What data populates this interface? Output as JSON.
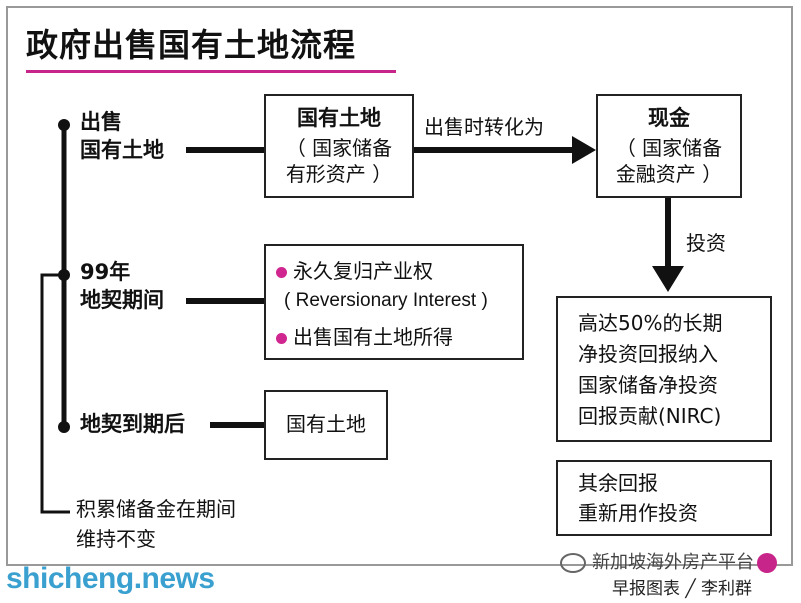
{
  "title": "政府出售国有土地流程",
  "stages": {
    "sale": [
      "出售",
      "国有土地"
    ],
    "lease": [
      "99年",
      "地契期间"
    ],
    "expiry": "地契到期后"
  },
  "boxes": {
    "land_asset": {
      "title": "国有土地",
      "lines": [
        "（ 国家储备",
        "有形资产 ）"
      ]
    },
    "cash": {
      "title": "现金",
      "lines": [
        "（ 国家储备",
        "金融资产 ）"
      ]
    },
    "lease_items": [
      "永久复归产业权",
      "( Reversionary Interest )",
      "出售国有土地所得"
    ],
    "expiry_box": "国有土地",
    "nirc": [
      "高达50%的长期",
      "净投资回报纳入",
      "国家储备净投资",
      "回报贡献(NIRC)"
    ],
    "remainder": [
      "其余回报",
      "重新用作投资"
    ]
  },
  "arrows": {
    "convert": "出售时转化为",
    "invest": "投资"
  },
  "reserve_note": [
    "积累储备金在期间",
    "维持不变"
  ],
  "credit": "早报图表 ╱ 李利群",
  "watermarks": {
    "site": "shicheng.news",
    "channel": "新加坡海外房产平台"
  }
}
